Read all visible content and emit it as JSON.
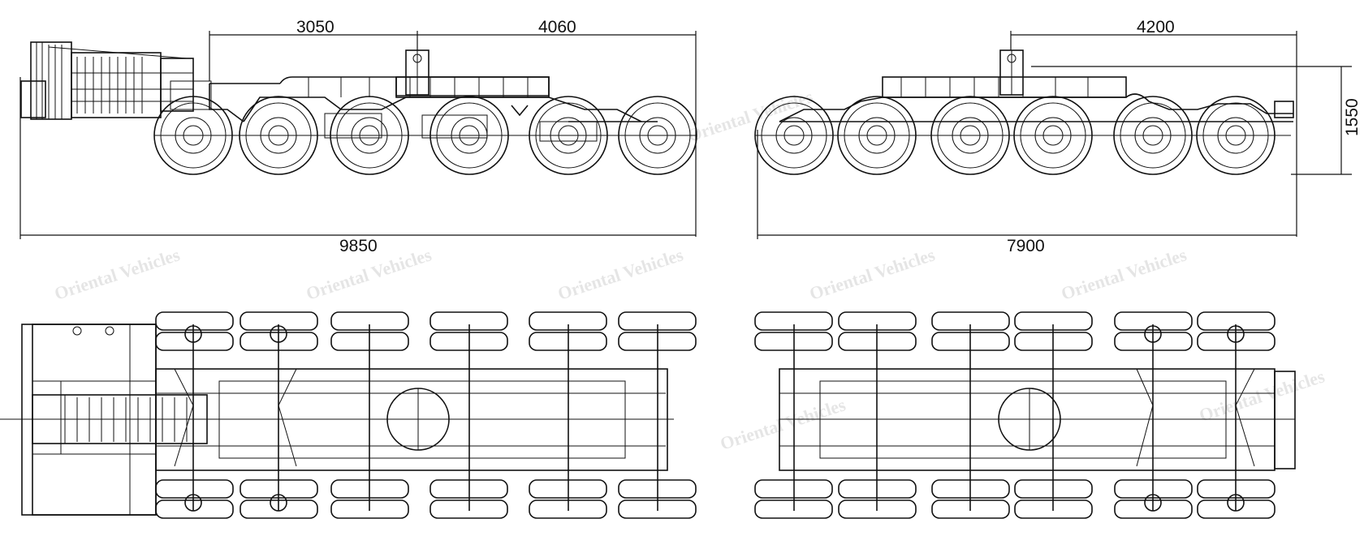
{
  "dimensions": {
    "left_view_top_a": "3050",
    "left_view_top_b": "4060",
    "left_view_overall": "9850",
    "right_view_top": "4200",
    "right_view_overall": "7900",
    "right_view_height": "1550"
  },
  "watermark": "Oriental Vehicles"
}
